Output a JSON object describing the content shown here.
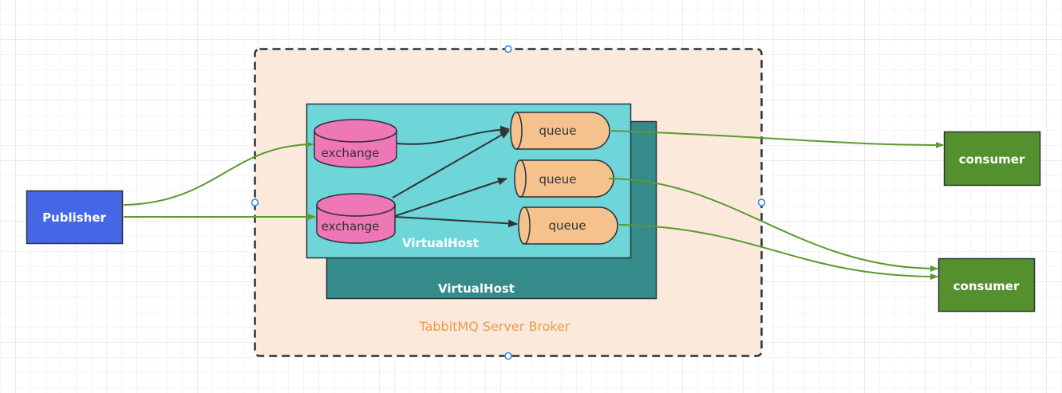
{
  "diagram": {
    "broker": {
      "label": "TabbitMQ Server Broker",
      "fill": "#fbe9db",
      "label_color": "#ee9b4c",
      "border_color": "#2b3238"
    },
    "virtual_hosts": [
      {
        "id": "vhost-back",
        "label": "VirtualHost",
        "fill": "#358a8a"
      },
      {
        "id": "vhost-front",
        "label": "VirtualHost",
        "fill": "#6ed5d8"
      }
    ],
    "exchanges": [
      {
        "id": "exchange-1",
        "label": "exchange",
        "fill": "#ee77b5"
      },
      {
        "id": "exchange-2",
        "label": "exchange",
        "fill": "#ee77b5"
      }
    ],
    "queues": [
      {
        "id": "queue-1",
        "label": "queue",
        "fill": "#f5c28e"
      },
      {
        "id": "queue-2",
        "label": "queue",
        "fill": "#f5c28e"
      },
      {
        "id": "queue-3",
        "label": "queue",
        "fill": "#f5c28e"
      }
    ],
    "publisher": {
      "label": "Publisher",
      "fill": "#4567e6"
    },
    "consumers": [
      {
        "id": "consumer-1",
        "label": "consumer",
        "fill": "#55902e"
      },
      {
        "id": "consumer-2",
        "label": "consumer",
        "fill": "#55902e"
      }
    ],
    "connections": [
      {
        "from": "publisher",
        "to": "exchange-1",
        "color": "#5a9a2f"
      },
      {
        "from": "publisher",
        "to": "exchange-2",
        "color": "#5a9a2f"
      },
      {
        "from": "exchange-1",
        "to": "queue-1",
        "color": "#333333"
      },
      {
        "from": "exchange-2",
        "to": "queue-1",
        "color": "#333333"
      },
      {
        "from": "exchange-2",
        "to": "queue-2",
        "color": "#333333"
      },
      {
        "from": "exchange-2",
        "to": "queue-3",
        "color": "#333333"
      },
      {
        "from": "queue-1",
        "to": "consumer-1",
        "color": "#5a9a2f"
      },
      {
        "from": "queue-2",
        "to": "consumer-2",
        "color": "#5a9a2f"
      },
      {
        "from": "queue-3",
        "to": "consumer-2",
        "color": "#5a9a2f"
      }
    ],
    "selection_handle_color": "#2f86e8"
  }
}
